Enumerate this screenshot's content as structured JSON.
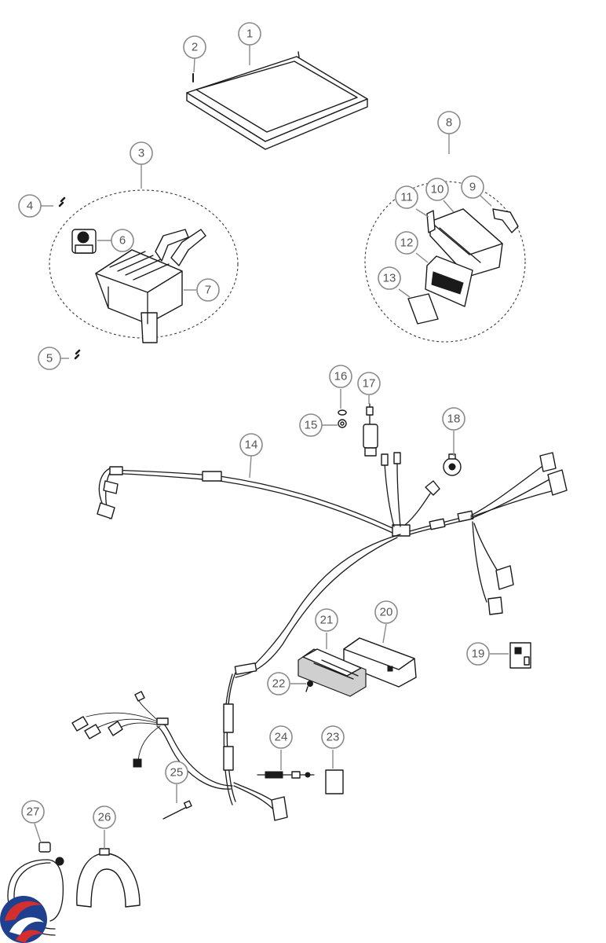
{
  "diagram": {
    "callouts": [
      "1",
      "2",
      "3",
      "4",
      "5",
      "6",
      "7",
      "8",
      "9",
      "10",
      "11",
      "12",
      "13",
      "14",
      "15",
      "16",
      "17",
      "18",
      "19",
      "20",
      "21",
      "22",
      "23",
      "24",
      "25",
      "26",
      "27"
    ]
  },
  "logo": {
    "icon": "brand-swirl-logo",
    "colors": [
      "#1f3f8f",
      "#d32f2f"
    ]
  }
}
